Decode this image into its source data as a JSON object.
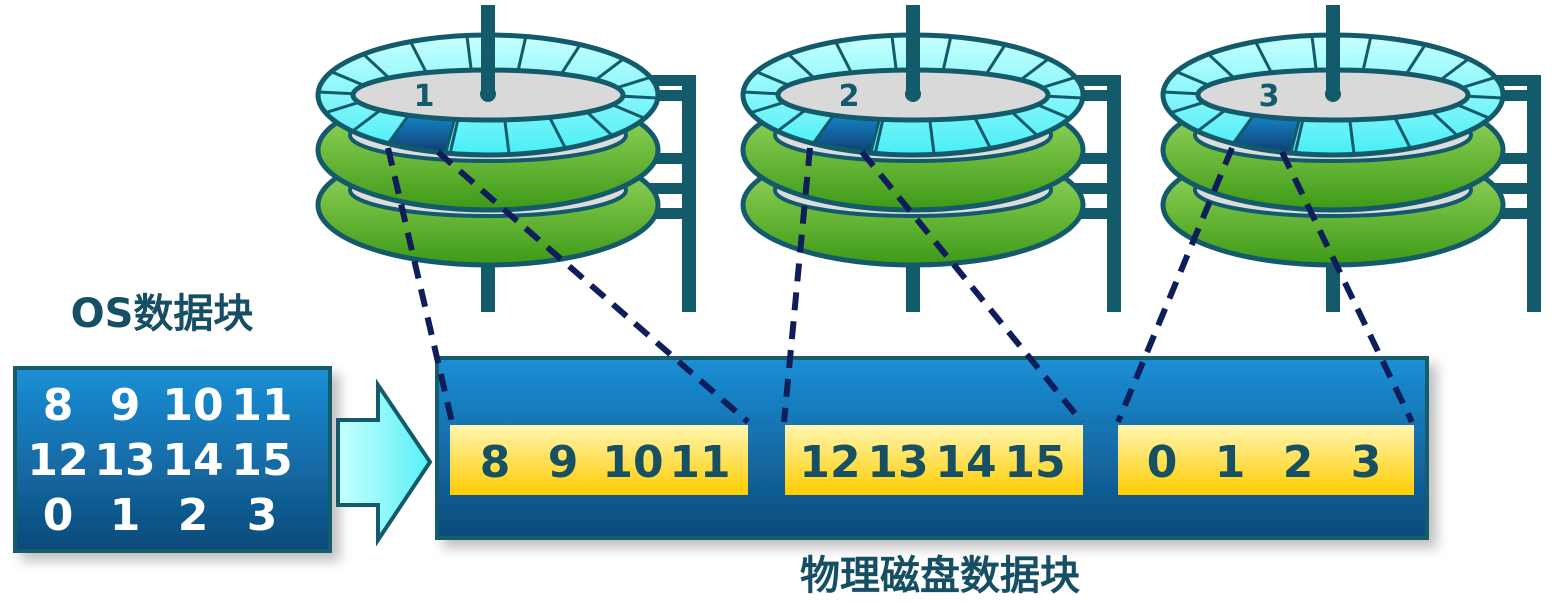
{
  "os_blocks": {
    "title": "OS数据块",
    "rows": [
      [
        "8",
        "9",
        "10",
        "11"
      ],
      [
        "12",
        "13",
        "14",
        "15"
      ],
      [
        "0",
        "1",
        "2",
        "3"
      ]
    ]
  },
  "physical_blocks": {
    "title": "物理磁盘数据块",
    "groups": [
      [
        "8",
        "9",
        "10",
        "11"
      ],
      [
        "12",
        "13",
        "14",
        "15"
      ],
      [
        "0",
        "1",
        "2",
        "3"
      ]
    ]
  },
  "disks": [
    {
      "label": "1"
    },
    {
      "label": "2"
    },
    {
      "label": "3"
    }
  ],
  "colors": {
    "dark_teal": "#135b6b",
    "cyan_track": "#5ff6fb",
    "green_platter": "#6cc23a",
    "blue_box_top": "#1b8fd6",
    "blue_box_bottom": "#0d4a7a",
    "yellow_block": "#ffd21f",
    "dash_line": "#0f1e5a"
  }
}
